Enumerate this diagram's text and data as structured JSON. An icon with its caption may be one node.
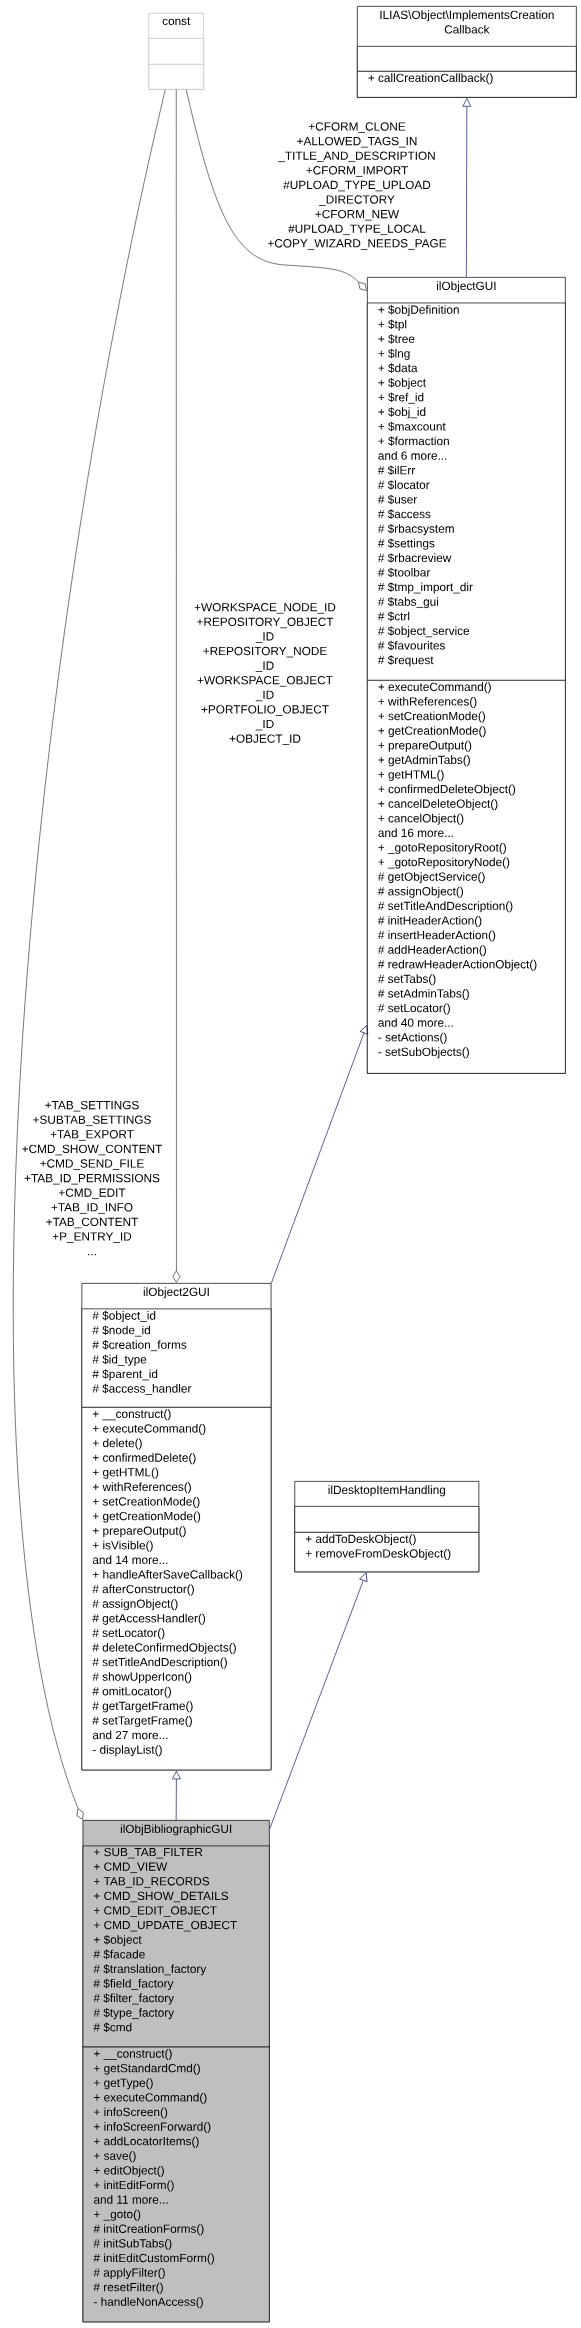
{
  "diagram": {
    "nodes": [
      {
        "text": [
          "const"
        ]
      },
      {
        "text": [],
        "shape": "box",
        "in": 0
      },
      {
        "text": [],
        "shape": "box",
        "in": 0
      },
      {
        "text": [
          "ILIAS\\Object\\ImplementsCreation Callback"
        ]
      },
      {
        "text": [],
        "shape": "box",
        "in": 3
      },
      {
        "text": [
          "+ callCreationCallback()"
        ],
        "in": 3
      },
      {
        "text": [
          "ilObjectGUI"
        ]
      },
      {
        "text": [
          "+ $objDefinition",
          "+ $tpl",
          "+ $tree",
          "+ $lng",
          "+ $data",
          "+ $object",
          "+ $ref_id",
          "+ $obj_id",
          "+ $maxcount",
          "+ $formaction",
          "and 6 more...",
          "# $ilErr",
          "# $locator",
          "# $user",
          "# $access",
          "# $rbacsystem",
          "# $settings",
          "# $rbacreview",
          "# $toolbar",
          "# $tmp_import_dir",
          "# $tabs_gui",
          "# $ctrl",
          "# $object_service",
          "# $favourites",
          "# $request"
        ],
        "in": 6
      },
      {
        "text": [
          "+ executeCommand()",
          "+ withReferences()",
          "+ setCreationMode()",
          "+ getCreationMode()",
          "+ prepareOutput()",
          "+ getAdminTabs()",
          "+ getHTML()",
          "+ confirmedDeleteObject()",
          "+ cancelDeleteObject()",
          "+ cancelObject()",
          "and 16 more...",
          "+ _gotoRepositoryRoot()",
          "+ _gotoRepositoryNode()",
          "# getObjectService()",
          "# assignObject()",
          "# setTitleAndDescription()",
          "# initHeaderAction()",
          "# insertHeaderAction()",
          "# addHeaderAction()",
          "# redrawHeaderActionObject()",
          "# setTabs()",
          "# setAdminTabs()",
          "# setLocator()",
          "and 40 more...",
          "- setActions()",
          "- setSubObjects()"
        ],
        "in": 6
      },
      {
        "text": [
          "ilObject2GUI"
        ]
      },
      {
        "text": [
          "# $object_id",
          "# $node_id",
          "# $creation_forms",
          "# $id_type",
          "# $parent_id",
          "# $access_handler"
        ],
        "in": 9
      },
      {
        "text": [
          "+ __construct()",
          "+ executeCommand()",
          "+ delete()",
          "+ confirmedDelete()",
          "+ getHTML()",
          "+ withReferences()",
          "+ setCreationMode()",
          "+ getCreationMode()",
          "+ prepareOutput()",
          "+ isVisible()",
          "and 14 more...",
          "+ handleAfterSaveCallback()",
          "# afterConstructor()",
          "# assignObject()",
          "# getAccessHandler()",
          "# setLocator()",
          "# deleteConfirmedObjects()",
          "# setTitleAndDescription()",
          "# showUpperIcon()",
          "# omitLocator()",
          "# getTargetFrame()",
          "# setTargetFrame()",
          "and 27 more...",
          "- displayList()"
        ],
        "in": 9
      },
      {
        "text": [
          "ilDesktopItemHandling"
        ]
      },
      {
        "text": [],
        "shape": "box",
        "in": 12
      },
      {
        "text": [
          "+ addToDeskObject()",
          "+ removeFromDeskObject()"
        ],
        "in": 12
      },
      {
        "text": [
          "ilObjBibliographicGUI"
        ]
      },
      {
        "text": [
          "+ SUB_TAB_FILTER",
          "+ CMD_VIEW",
          "+ TAB_ID_RECORDS",
          "+ CMD_SHOW_DETAILS",
          "+ CMD_EDIT_OBJECT",
          "+ CMD_UPDATE_OBJECT",
          "+ $object",
          "# $facade",
          "# $translation_factory",
          "# $field_factory",
          "# $filter_factory",
          "# $type_factory",
          "# $cmd"
        ],
        "in": 15
      },
      {
        "text": [
          "+ __construct()",
          "+ getStandardCmd()",
          "+ getType()",
          "+ executeCommand()",
          "+ infoScreen()",
          "+ infoScreenForward()",
          "+ addLocatorItems()",
          "+ save()",
          "+ editObject()",
          "+ initEditForm()",
          "and 11 more...",
          "+ _goto()",
          "# initCreationForms()",
          "# initSubTabs()",
          "# initEditCustomForm()",
          "# applyFilter()",
          "# resetFilter()",
          "- handleNonAccess()"
        ],
        "in": 15
      }
    ],
    "edges": [
      {
        "from": 6,
        "to": 3,
        "arrow": "to"
      },
      {
        "from": 0,
        "to": 6,
        "arrow": "other",
        "color": "#404040",
        "label": "+CFORM_CLONE +ALLOWED_TAGS_IN _TITLE_AND_DESCRIPTION +CFORM_IMPORT #UPLOAD_TYPE_UPLOAD _DIRECTORY +CFORM_NEW #UPLOAD_TYPE_LOCAL +COPY_WIZARD_NEEDS_PAGE"
      },
      {
        "from": 9,
        "to": 6,
        "arrow": "to"
      },
      {
        "from": 0,
        "to": 9,
        "arrow": "other",
        "color": "#404040",
        "label": "+WORKSPACE_NODE_ID +REPOSITORY_OBJECT _ID +REPOSITORY_NODE _ID +WORKSPACE_OBJECT _ID +PORTFOLIO_OBJECT _ID +OBJECT_ID"
      },
      {
        "from": 15,
        "to": 9,
        "arrow": "to"
      },
      {
        "from": 15,
        "to": 12,
        "arrow": "to"
      },
      {
        "from": 0,
        "to": 15,
        "arrow": "other",
        "color": "#404040",
        "label": "+TAB_SETTINGS +SUBTAB_SETTINGS +TAB_EXPORT +CMD_SHOW_CONTENT +CMD_SEND_FILE +TAB_ID_PERMISSIONS +CMD_EDIT +TAB_ID_INFO +TAB_CONTENT +P_ENTRY_ID ..."
      }
    ]
  }
}
